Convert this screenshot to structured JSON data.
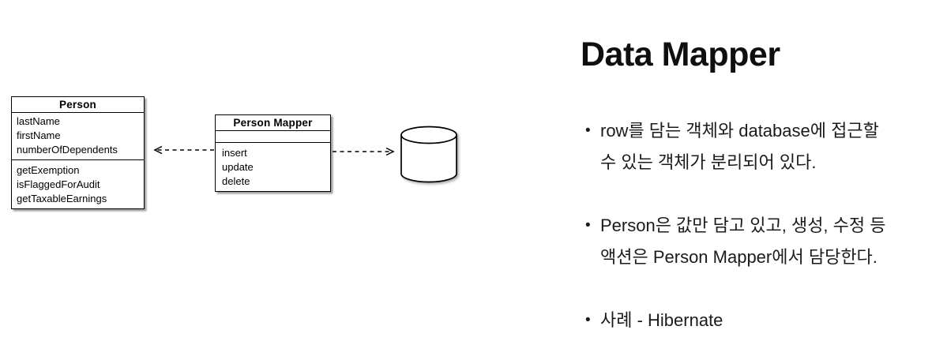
{
  "diagram": {
    "person_class": {
      "title": "Person",
      "attributes": [
        "lastName",
        "firstName",
        "numberOfDependents"
      ],
      "methods": [
        "getExemption",
        "isFlaggedForAudit",
        "getTaxableEarnings"
      ]
    },
    "mapper_class": {
      "title": "Person Mapper",
      "methods": [
        "insert",
        "update",
        "delete"
      ]
    },
    "database_icon": "database-cylinder",
    "connector_style": "dashed-open-arrow",
    "colors": {
      "line": "#000000",
      "box_fill": "#ffffff",
      "shadow": "rgba(0,0,0,0.38)"
    }
  },
  "content": {
    "title": "Data Mapper",
    "bullets": [
      "row를 담는 객체와 database에 접근할 수 있는 객체가 분리되어 있다.",
      "Person은 값만 담고 있고, 생성, 수정 등 액션은 Person Mapper에서 담당한다.",
      "사례 - Hibernate"
    ],
    "text_color": "#1b1b1b"
  }
}
